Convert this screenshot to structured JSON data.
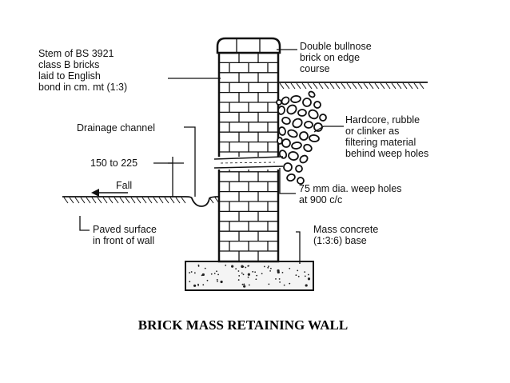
{
  "diagram": {
    "labels": {
      "stem": [
        "Stem of BS 3921",
        "class B bricks",
        "laid to English",
        "bond in cm. mt (1:3)"
      ],
      "bullnose": [
        "Double bullnose",
        "brick on edge",
        "course"
      ],
      "hardcore": [
        "Hardcore, rubble",
        "or clinker as",
        "filtering material",
        "behind weep holes"
      ],
      "drainage": [
        "Drainage channel"
      ],
      "dimension": [
        "150 to 225"
      ],
      "fall": [
        "Fall"
      ],
      "weep": [
        "75 mm dia. weep holes",
        "at 900 c/c"
      ],
      "paved": [
        "Paved surface",
        "in front of wall"
      ],
      "concrete": [
        "Mass concrete",
        "(1:3:6) base"
      ]
    }
  },
  "caption": "BRICK MASS RETAINING WALL"
}
